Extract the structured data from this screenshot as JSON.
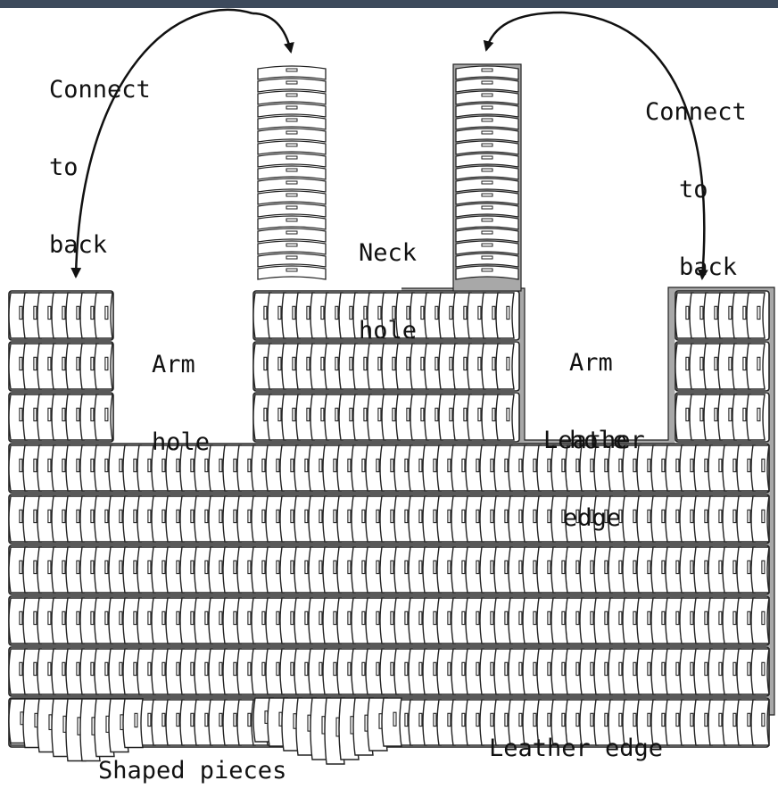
{
  "header": {
    "bar_color": "#3d4a5c"
  },
  "labels": {
    "connect_left": [
      "Connect",
      "to",
      "back"
    ],
    "connect_right": [
      "Connect",
      "to",
      "back"
    ],
    "neck_hole": [
      "Neck",
      "hole"
    ],
    "arm_hole_left": [
      "Arm",
      "hole"
    ],
    "arm_hole_right": [
      "Arm",
      "hole"
    ],
    "leather_edge_inner": [
      "Leather",
      "edge"
    ],
    "leather_edge_bottom": "Leather edge",
    "shaped_pieces": "Shaped pieces"
  },
  "colors": {
    "line": "#222222",
    "scale_fill": "#ffffff",
    "leather": "#a8a8a8",
    "text": "#111111"
  }
}
